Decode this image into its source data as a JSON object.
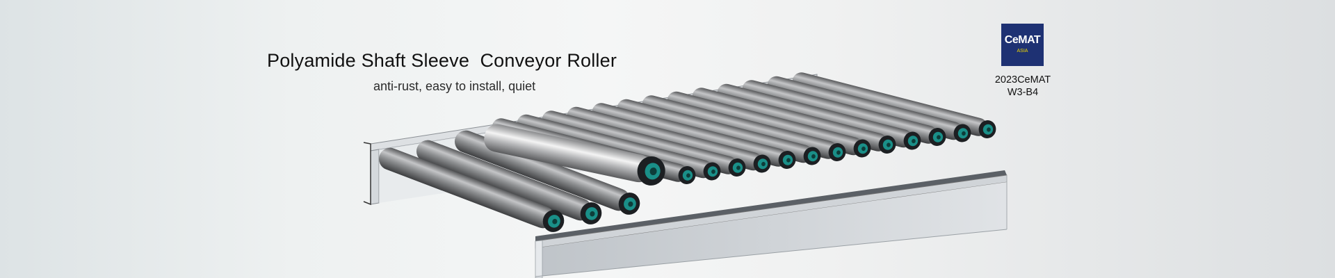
{
  "headline": "Polyamide Shaft Sleeve  Conveyor Roller",
  "tagline": "anti-rust, easy to install, quiet",
  "badge": {
    "name": "CeMAT",
    "sub": "ASIA",
    "bg": "#1e3173",
    "accent": "#f2d800"
  },
  "booth": {
    "event": "2023CeMAT",
    "stand": "W3-B4"
  },
  "colors": {
    "roller": "#a9abad",
    "endcap": "#1c1f22",
    "bearing": "#1a8f88",
    "frame": "#c9ced3"
  },
  "icons": [
    "roller-conveyor-illustration"
  ]
}
